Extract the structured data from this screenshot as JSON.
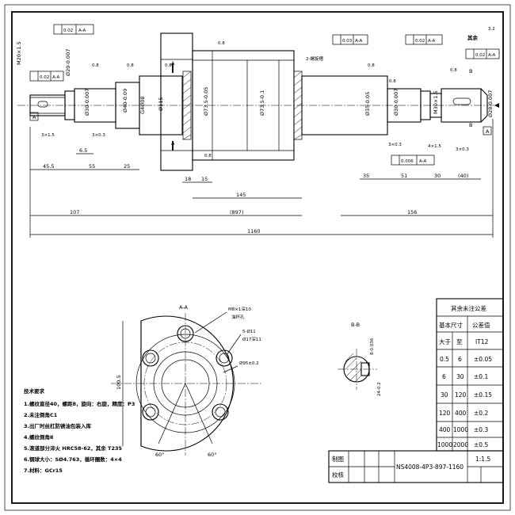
{
  "shaft": {
    "dims": {
      "d_m20": "M20×1.5",
      "d_20": "Ø20-0.007",
      "d_30a": "Ø30-0.007",
      "d_40": "Ø40-0.09",
      "d_g4": "G4Ø08",
      "d_115": "Ø115",
      "d_735a": "Ø73.5-0.05",
      "d_735b": "Ø73.5-0.1",
      "d_35": "Ø35-0.05",
      "d_30b": "Ø30-0.007",
      "d_m30": "M30×1.5",
      "d_28": "Ø28-0.007",
      "len_455": "45.5",
      "len_55": "55",
      "len_25": "25",
      "len_65": "6.5",
      "len_18": "18",
      "len_15": "15",
      "len_145": "145",
      "len_897": "(897)",
      "len_107": "107",
      "len_156": "156",
      "len_1160": "1160",
      "len_35": "35",
      "len_51": "51",
      "len_30": "30",
      "len_40": "(40)",
      "ch_3x15": "3×1.5",
      "ch_3x03a": "3×0.3",
      "ch_3x03b": "3×0.3",
      "ch_4x15": "4×1.5",
      "ch_3x03c": "3×0.3",
      "runout_002": "0.02",
      "runout_003": "0.03",
      "runout_0006": "0.006",
      "datum_aa": "A-A",
      "datum_a": "A",
      "datum_b": "B",
      "rough_08": "0.8",
      "rough_32": "3.2",
      "rest_label": "其余",
      "lead_label": "2-螺旋槽"
    }
  },
  "sectionAA": {
    "title": "A-A",
    "m8": "M8×1深10",
    "m8b": "油杯孔",
    "holes": "5-Ø11",
    "holes2": "Ø17深11",
    "pcd": "Ø95±0.2",
    "h1005": "100.5",
    "ang1": "60°",
    "ang2": "60°"
  },
  "sectionBB": {
    "title": "B-B",
    "w8": "8-0.036",
    "d": "24-0.2"
  },
  "notes": {
    "heading": "技术要求",
    "items": [
      "1.螺纹直径40，螺距8，旋向：右旋，精度：P3",
      "2.未注倒角C1",
      "3.出厂时丝杠防锈油包装入库",
      "4.螺纹倒角Ⅱ",
      "5.滚道部分淬火 HRC58-62，其余 T235",
      "6.钢球大小：SØ4.763，循环圈数：4×4",
      "7.材料：GCr15"
    ]
  },
  "tolTable": {
    "title": "其余未注公差",
    "headers": [
      "基本尺寸",
      "公差值"
    ],
    "sub": [
      "大于",
      "至",
      "IT12"
    ],
    "rows": [
      [
        "0.5",
        "6",
        "±0.05"
      ],
      [
        "6",
        "30",
        "±0.1"
      ],
      [
        "30",
        "120",
        "±0.15"
      ],
      [
        "120",
        "400",
        "±0.2"
      ],
      [
        "400",
        "1000",
        "±0.3"
      ],
      [
        "1000",
        "2000",
        "±0.5"
      ]
    ]
  },
  "titleBlock": {
    "drawn": "制图",
    "checked": "校核",
    "part": "NS4008-4P3-897-1160",
    "scale": "1:1.5"
  }
}
